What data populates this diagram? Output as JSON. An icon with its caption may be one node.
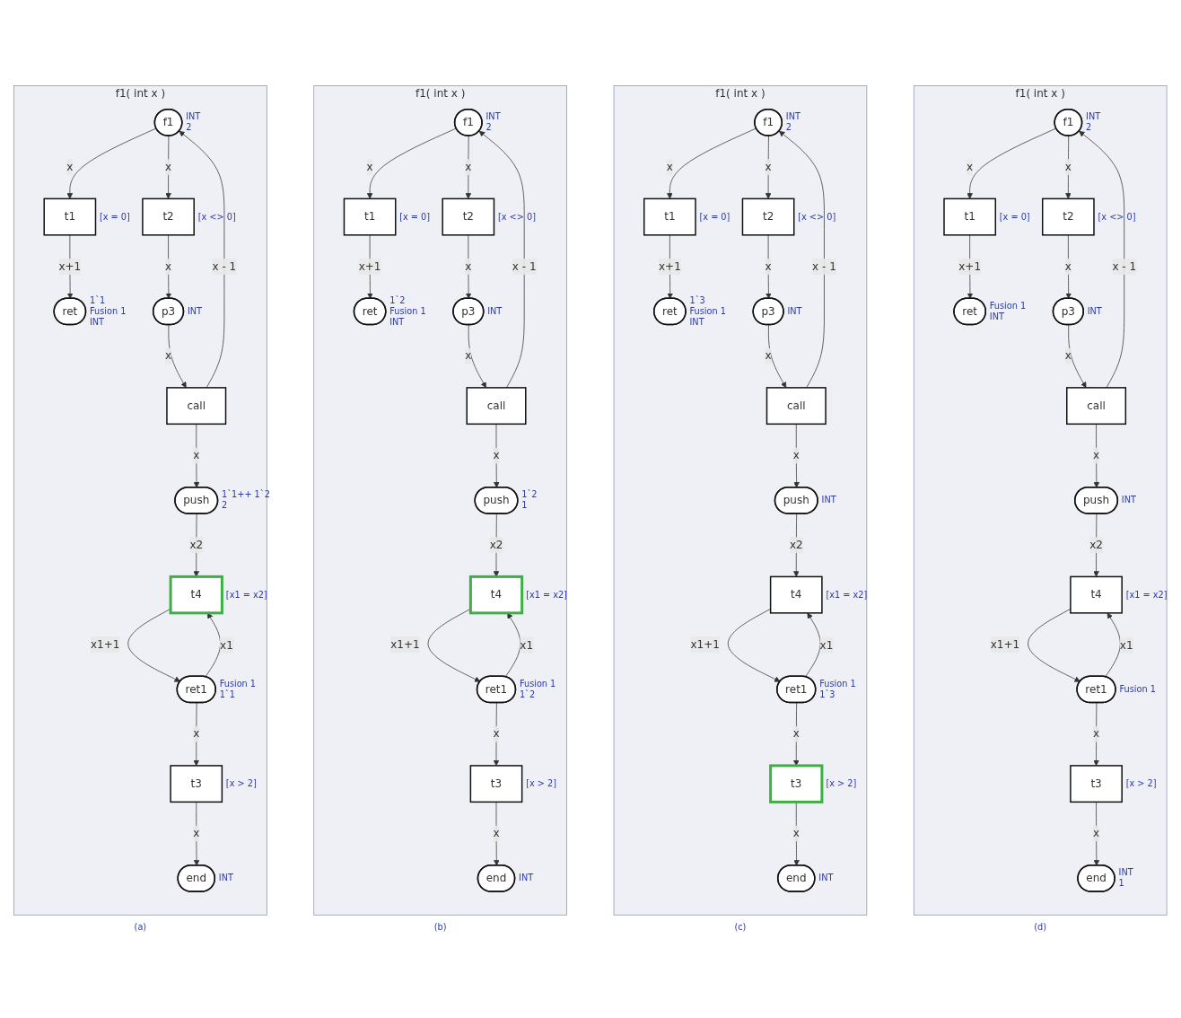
{
  "diagram": {
    "nodes": [
      {
        "text": [
          "f1( int x )"
        ],
        "beside": [
          "(a)"
        ]
      },
      {
        "text": [
          "ret"
        ],
        "in": 0,
        "beside": [
          "1`1",
          "Fusion 1",
          "INT"
        ]
      },
      {
        "text": [
          "t1"
        ],
        "in": 0,
        "beside": [
          "[x = 0]"
        ]
      },
      {
        "text": [
          "f1"
        ],
        "in": 0,
        "beside": [
          "INT",
          "2"
        ]
      },
      {
        "text": [
          "t2"
        ],
        "in": 0,
        "beside": [
          "[x <> 0]"
        ]
      },
      {
        "text": [
          "ret1"
        ],
        "in": 0,
        "beside": [
          "Fusion 1",
          "1`1"
        ]
      },
      {
        "text": [
          "t3"
        ],
        "in": 0,
        "beside": [
          "[x > 2]"
        ]
      },
      {
        "text": [
          "t4"
        ],
        "in": 0,
        "beside": [
          "[x1 = x2]"
        ]
      },
      {
        "text": [
          "p3"
        ],
        "in": 0,
        "beside": [
          "INT"
        ]
      },
      {
        "text": [
          "end"
        ],
        "in": 0,
        "beside": [
          "INT"
        ]
      },
      {
        "text": [
          "push"
        ],
        "in": 0,
        "beside": [
          "1`1++ 1`2",
          "2"
        ]
      },
      {
        "text": [
          "call"
        ],
        "in": 0
      },
      {
        "text": [
          "f1( int x )"
        ],
        "beside": [
          "(b)"
        ]
      },
      {
        "text": [
          "ret"
        ],
        "in": 12,
        "beside": [
          "1`2",
          "Fusion 1",
          "INT"
        ]
      },
      {
        "text": [
          "t1"
        ],
        "in": 12,
        "beside": [
          "[x = 0]"
        ]
      },
      {
        "text": [
          "f1"
        ],
        "in": 12,
        "beside": [
          "INT",
          "2"
        ]
      },
      {
        "text": [
          "t2"
        ],
        "in": 12,
        "beside": [
          "[x <> 0]"
        ]
      },
      {
        "text": [
          "ret1"
        ],
        "in": 12,
        "beside": [
          "Fusion 1",
          "1`2"
        ]
      },
      {
        "text": [
          "t3"
        ],
        "in": 12,
        "beside": [
          "[x > 2]"
        ]
      },
      {
        "text": [
          "t4"
        ],
        "in": 12,
        "beside": [
          "[x1 = x2]"
        ]
      },
      {
        "text": [
          "p3"
        ],
        "in": 12,
        "beside": [
          "INT"
        ]
      },
      {
        "text": [
          "end"
        ],
        "in": 12,
        "beside": [
          "INT"
        ]
      },
      {
        "text": [
          "push"
        ],
        "in": 12,
        "beside": [
          "1`2",
          "1"
        ]
      },
      {
        "text": [
          "call"
        ],
        "in": 12
      },
      {
        "text": [
          "f1( int x )"
        ],
        "beside": [
          "(c)"
        ]
      },
      {
        "text": [
          "ret"
        ],
        "in": 24,
        "beside": [
          "1`3",
          "Fusion 1",
          "INT"
        ]
      },
      {
        "text": [
          "t1"
        ],
        "in": 24,
        "beside": [
          "[x = 0]"
        ]
      },
      {
        "text": [
          "f1"
        ],
        "in": 24,
        "beside": [
          "INT",
          "2"
        ]
      },
      {
        "text": [
          "t2"
        ],
        "in": 24,
        "beside": [
          "[x <> 0]"
        ]
      },
      {
        "text": [
          "ret1"
        ],
        "in": 24,
        "beside": [
          "Fusion 1",
          "1`3"
        ]
      },
      {
        "text": [
          "t3"
        ],
        "in": 24,
        "beside": [
          "[x > 2]"
        ]
      },
      {
        "text": [
          "t4"
        ],
        "in": 24,
        "beside": [
          "[x1 = x2]"
        ]
      },
      {
        "text": [
          "p3"
        ],
        "in": 24,
        "beside": [
          "INT"
        ]
      },
      {
        "text": [
          "end"
        ],
        "in": 24,
        "beside": [
          "INT"
        ]
      },
      {
        "text": [
          "push"
        ],
        "in": 24,
        "beside": [
          "INT"
        ]
      },
      {
        "text": [
          "call"
        ],
        "in": 24
      },
      {
        "text": [
          "f1( int x )"
        ],
        "beside": [
          "(d)"
        ]
      },
      {
        "text": [
          "ret"
        ],
        "in": 36,
        "beside": [
          "Fusion 1",
          "INT"
        ]
      },
      {
        "text": [
          "t1"
        ],
        "in": 36,
        "beside": [
          "[x = 0]"
        ]
      },
      {
        "text": [
          "f1"
        ],
        "in": 36,
        "beside": [
          "INT",
          "2"
        ]
      },
      {
        "text": [
          "t2"
        ],
        "in": 36,
        "beside": [
          "[x <> 0]"
        ]
      },
      {
        "text": [
          "ret1"
        ],
        "in": 36,
        "beside": [
          "Fusion 1"
        ]
      },
      {
        "text": [
          "t3"
        ],
        "in": 36,
        "beside": [
          "[x > 2]"
        ]
      },
      {
        "text": [
          "t4"
        ],
        "in": 36,
        "beside": [
          "[x1 = x2]"
        ]
      },
      {
        "text": [
          "p3"
        ],
        "in": 36,
        "beside": [
          "INT"
        ]
      },
      {
        "text": [
          "end"
        ],
        "in": 36,
        "beside": [
          "INT",
          "1"
        ]
      },
      {
        "text": [
          "push"
        ],
        "in": 36,
        "beside": [
          "INT"
        ]
      },
      {
        "text": [
          "call"
        ],
        "in": 36
      }
    ],
    "edges": [
      {
        "from": 3,
        "to": 2,
        "arrow": "to",
        "label": "x"
      },
      {
        "from": 2,
        "to": 1,
        "arrow": "to",
        "label": "x+1"
      },
      {
        "from": 3,
        "to": 4,
        "arrow": "to",
        "label": "x"
      },
      {
        "from": 4,
        "to": 8,
        "arrow": "to",
        "label": "x"
      },
      {
        "from": 5,
        "to": 6,
        "arrow": "to",
        "label": "x"
      },
      {
        "from": 7,
        "to": 5,
        "arrow": "to",
        "label": "x1+1"
      },
      {
        "from": 5,
        "to": 7,
        "arrow": "to",
        "label": "x1"
      },
      {
        "from": 6,
        "to": 9,
        "arrow": "to",
        "label": "x"
      },
      {
        "from": 8,
        "to": 11,
        "arrow": "to",
        "label": "x"
      },
      {
        "from": 11,
        "to": 3,
        "arrow": "to",
        "label": "x - 1"
      },
      {
        "from": 11,
        "to": 10,
        "arrow": "to",
        "label": "x"
      },
      {
        "from": 10,
        "to": 7,
        "arrow": "to",
        "label": "x2"
      },
      {
        "from": 15,
        "to": 14,
        "arrow": "to",
        "label": "x"
      },
      {
        "from": 14,
        "to": 13,
        "arrow": "to",
        "label": "x+1"
      },
      {
        "from": 15,
        "to": 16,
        "arrow": "to",
        "label": "x"
      },
      {
        "from": 16,
        "to": 20,
        "arrow": "to",
        "label": "x"
      },
      {
        "from": 17,
        "to": 18,
        "arrow": "to",
        "label": "x"
      },
      {
        "from": 19,
        "to": 17,
        "arrow": "to",
        "label": "x1+1"
      },
      {
        "from": 17,
        "to": 19,
        "arrow": "to",
        "label": "x1"
      },
      {
        "from": 18,
        "to": 21,
        "arrow": "to",
        "label": "x"
      },
      {
        "from": 20,
        "to": 23,
        "arrow": "to",
        "label": "x"
      },
      {
        "from": 23,
        "to": 15,
        "arrow": "to",
        "label": "x - 1"
      },
      {
        "from": 23,
        "to": 22,
        "arrow": "to",
        "label": "x"
      },
      {
        "from": 22,
        "to": 19,
        "arrow": "to",
        "label": "x2"
      },
      {
        "from": 27,
        "to": 26,
        "arrow": "to",
        "label": "x"
      },
      {
        "from": 26,
        "to": 25,
        "arrow": "to",
        "label": "x+1"
      },
      {
        "from": 27,
        "to": 28,
        "arrow": "to",
        "label": "x"
      },
      {
        "from": 28,
        "to": 32,
        "arrow": "to",
        "label": "x"
      },
      {
        "from": 29,
        "to": 30,
        "arrow": "to",
        "label": "x"
      },
      {
        "from": 31,
        "to": 29,
        "arrow": "to",
        "label": "x1+1"
      },
      {
        "from": 29,
        "to": 31,
        "arrow": "to",
        "label": "x1"
      },
      {
        "from": 30,
        "to": 33,
        "arrow": "to",
        "label": "x"
      },
      {
        "from": 32,
        "to": 35,
        "arrow": "to",
        "label": "x"
      },
      {
        "from": 35,
        "to": 27,
        "arrow": "to",
        "label": "x - 1"
      },
      {
        "from": 35,
        "to": 34,
        "arrow": "to",
        "label": "x"
      },
      {
        "from": 34,
        "to": 31,
        "arrow": "to",
        "label": "x2"
      },
      {
        "from": 39,
        "to": 38,
        "arrow": "to",
        "label": "x"
      },
      {
        "from": 38,
        "to": 37,
        "arrow": "to",
        "label": "x+1"
      },
      {
        "from": 39,
        "to": 40,
        "arrow": "to",
        "label": "x"
      },
      {
        "from": 40,
        "to": 44,
        "arrow": "to",
        "label": "x"
      },
      {
        "from": 41,
        "to": 42,
        "arrow": "to",
        "label": "x"
      },
      {
        "from": 43,
        "to": 41,
        "arrow": "to",
        "label": "x1+1"
      },
      {
        "from": 41,
        "to": 43,
        "arrow": "to",
        "label": "x1"
      },
      {
        "from": 42,
        "to": 45,
        "arrow": "to",
        "label": "x"
      },
      {
        "from": 44,
        "to": 47,
        "arrow": "to",
        "label": "x"
      },
      {
        "from": 47,
        "to": 39,
        "arrow": "to",
        "label": "x - 1"
      },
      {
        "from": 47,
        "to": 46,
        "arrow": "to",
        "label": "x"
      },
      {
        "from": 46,
        "to": 43,
        "arrow": "to",
        "label": "x2"
      }
    ]
  }
}
